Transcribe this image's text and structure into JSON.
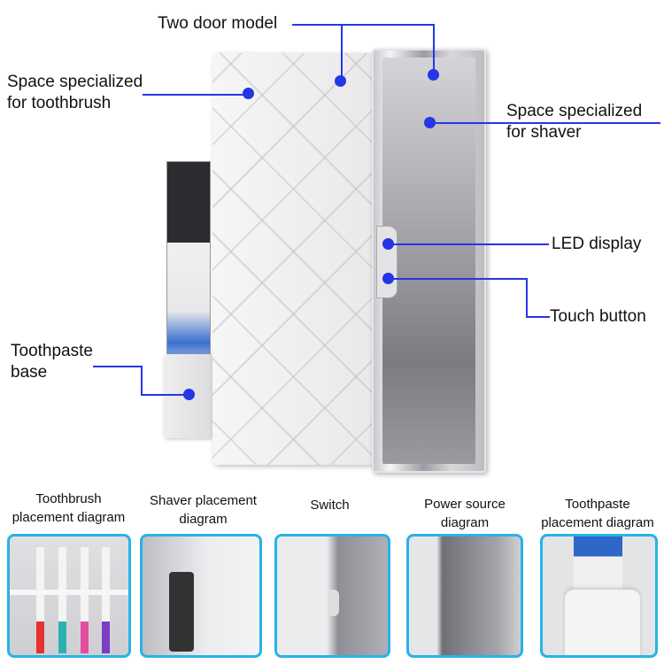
{
  "callouts": {
    "two_door": "Two door model",
    "toothbrush_space": [
      "Space specialized",
      "for toothbrush"
    ],
    "shaver_space": [
      "Space specialized",
      "for shaver"
    ],
    "led": "LED display",
    "touch": "Touch button",
    "toothpaste_base": [
      "Toothpaste",
      "base"
    ]
  },
  "thumbnails": [
    {
      "label": [
        "Toothbrush",
        "placement diagram"
      ]
    },
    {
      "label": [
        "Shaver placement",
        "diagram"
      ]
    },
    {
      "label": [
        "Switch"
      ]
    },
    {
      "label": [
        "Power source",
        "diagram"
      ]
    },
    {
      "label": [
        "Toothpaste",
        "placement diagram"
      ]
    }
  ],
  "colors": {
    "accent": "#2536e6",
    "frame": "#27b3e6"
  }
}
